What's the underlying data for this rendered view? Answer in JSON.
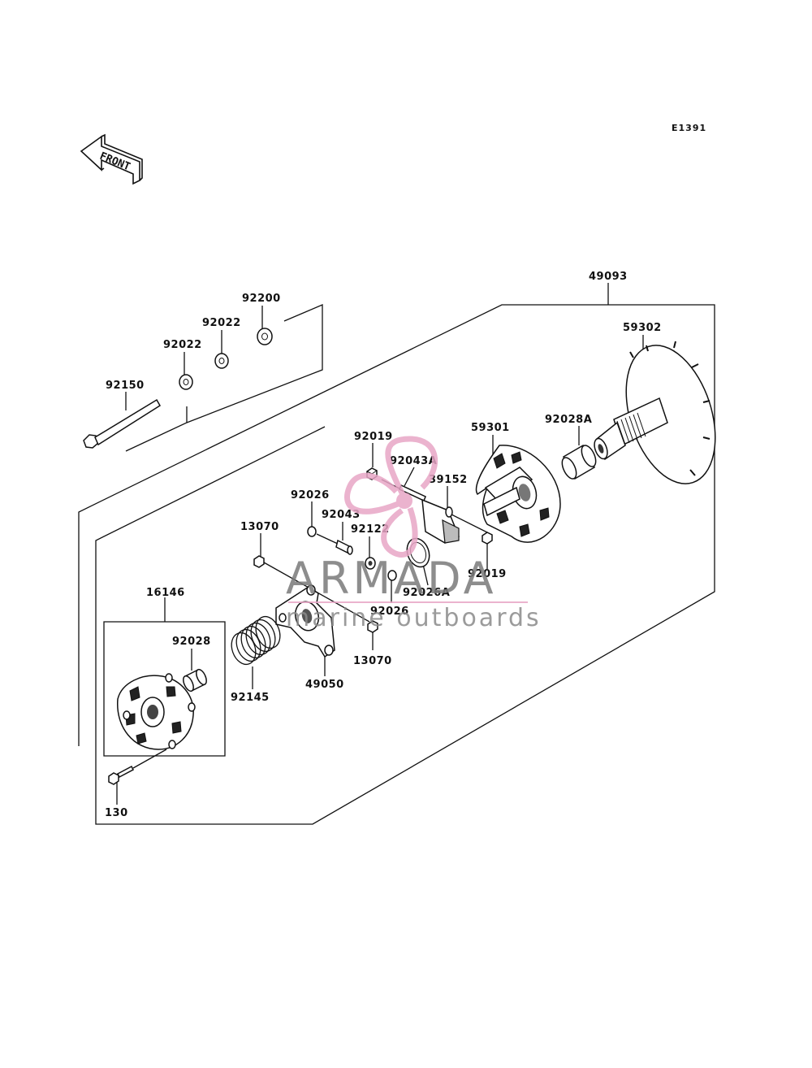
{
  "diagram": {
    "code": "E1391",
    "front_label": "FRONT",
    "parts": [
      {
        "id": "49093"
      },
      {
        "id": "59302"
      },
      {
        "id": "92028A"
      },
      {
        "id": "59301"
      },
      {
        "id": "92019"
      },
      {
        "id": "92043A"
      },
      {
        "id": "39152"
      },
      {
        "id": "92026"
      },
      {
        "id": "92043"
      },
      {
        "id": "92122"
      },
      {
        "id": "13070"
      },
      {
        "id": "92019"
      },
      {
        "id": "92026A"
      },
      {
        "id": "92026"
      },
      {
        "id": "13070"
      },
      {
        "id": "49050"
      },
      {
        "id": "92145"
      },
      {
        "id": "16146"
      },
      {
        "id": "92028"
      },
      {
        "id": "130"
      },
      {
        "id": "92150"
      },
      {
        "id": "92022"
      },
      {
        "id": "92022"
      },
      {
        "id": "92200"
      }
    ]
  },
  "watermark": {
    "brand": "ARMADA",
    "tagline": "marine outboards",
    "colors": {
      "logo": "#e8a6c6",
      "text": "#7a7a7a"
    }
  }
}
